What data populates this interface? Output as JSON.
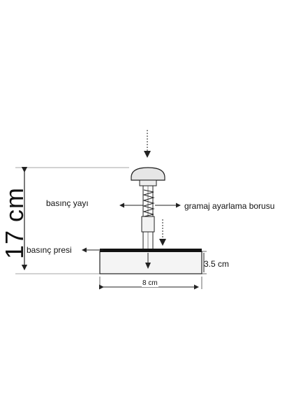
{
  "diagram": {
    "labels": {
      "height": "17 cm",
      "spring": "basınç yayı",
      "weight_tube": "gramaj  ayarlama borusu",
      "press": "basınç presi",
      "base_height": "3.5 cm",
      "base_width": "8 cm"
    },
    "colors": {
      "stroke": "#222222",
      "base_fill": "#f4f4f4",
      "plate": "#111111",
      "knob_fill": "#e6e6e6"
    }
  }
}
